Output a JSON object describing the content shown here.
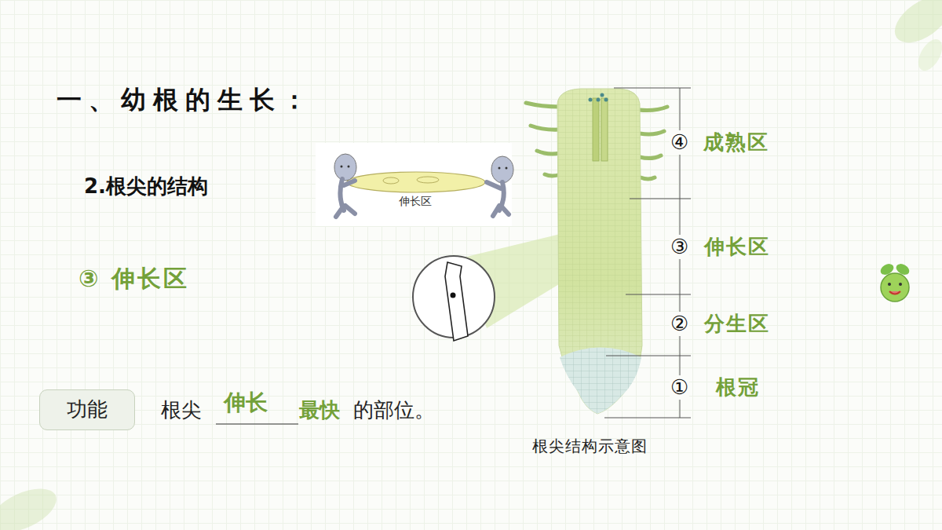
{
  "diagram": {
    "title": "一、幼根的生长：",
    "caption": "根尖结构示意图",
    "nodes": [
      {
        "text": [
          "功能"
        ]
      },
      {
        "text": [
          "伸长区"
        ]
      }
    ],
    "labels": [
      "2.根尖的结构",
      "③ 伸长区",
      "根尖",
      "伸长",
      "最快",
      "的部位。",
      "④",
      "成熟区",
      "③",
      "伸长区",
      "②",
      "分生区",
      "①",
      "根冠"
    ]
  }
}
